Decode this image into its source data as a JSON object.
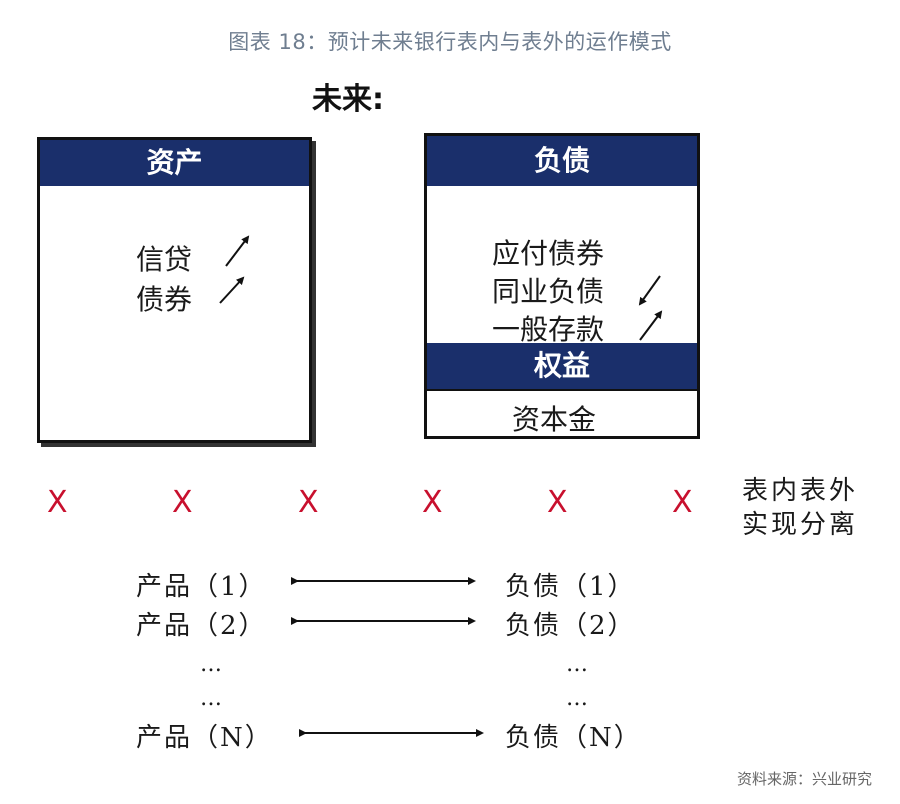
{
  "figure_title": "图表 18：预计未来银行表内与表外的运作模式",
  "subheading": "未来:",
  "assets": {
    "header": "资产",
    "items": [
      "信贷",
      "债券"
    ]
  },
  "liabilities": {
    "header": "负债",
    "items": [
      "应付债券",
      "同业负债",
      "一般存款"
    ]
  },
  "equity": {
    "header": "权益",
    "items": [
      "资本金"
    ]
  },
  "separator": {
    "mark": "X",
    "count": 6,
    "label_line1": "表内表外",
    "label_line2": "实现分离"
  },
  "mappings": [
    {
      "left": "产品（1）",
      "right": "负债（1）"
    },
    {
      "left": "产品（2）",
      "right": "负债（2）"
    },
    {
      "left": "…",
      "right": "…"
    },
    {
      "left": "…",
      "right": "…"
    },
    {
      "left": "产品（N）",
      "right": "负债（N）"
    }
  ],
  "source": "资料来源：兴业研究",
  "colors": {
    "header_bg": "#1a2f6b",
    "x_mark": "#c8102e",
    "title": "#6f7e90"
  }
}
